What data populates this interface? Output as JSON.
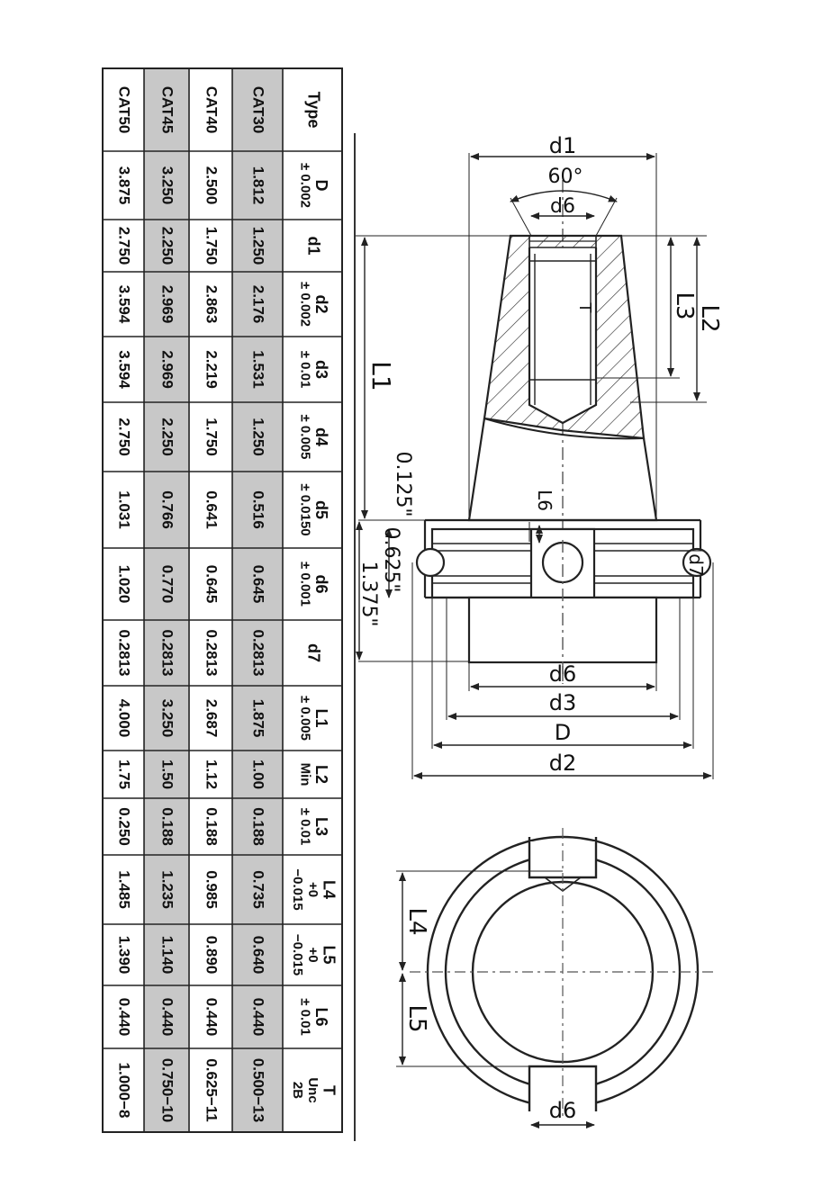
{
  "table": {
    "headers": [
      [
        "Type"
      ],
      [
        "D",
        "± 0.002"
      ],
      [
        "d1"
      ],
      [
        "d2",
        "± 0.002"
      ],
      [
        "d3",
        "± 0.01"
      ],
      [
        "d4",
        "± 0.005"
      ],
      [
        "d5",
        "± 0.0150"
      ],
      [
        "d6",
        "± 0.001"
      ],
      [
        "d7"
      ],
      [
        "L1",
        "± 0.005"
      ],
      [
        "L2",
        "Min"
      ],
      [
        "L3",
        "± 0.01"
      ],
      [
        "L4",
        "+0",
        "−0.015"
      ],
      [
        "L5",
        "+0",
        "−0.015"
      ],
      [
        "L6",
        "± 0.01"
      ],
      [
        "T",
        "Unc",
        "2B"
      ]
    ],
    "rows": [
      {
        "shaded": true,
        "cells": [
          "CAT30",
          "1.812",
          "1.250",
          "2.176",
          "1.531",
          "1.250",
          "0.516",
          "0.645",
          "0.2813",
          "1.875",
          "1.00",
          "0.188",
          "0.735",
          "0.640",
          "0.440",
          "0.500−13"
        ]
      },
      {
        "shaded": false,
        "cells": [
          "CAT40",
          "2.500",
          "1.750",
          "2.863",
          "2.219",
          "1.750",
          "0.641",
          "0.645",
          "0.2813",
          "2.687",
          "1.12",
          "0.188",
          "0.985",
          "0.890",
          "0.440",
          "0.625−11"
        ]
      },
      {
        "shaded": true,
        "cells": [
          "CAT45",
          "3.250",
          "2.250",
          "2.969",
          "2.969",
          "2.250",
          "0.766",
          "0.770",
          "0.2813",
          "3.250",
          "1.50",
          "0.188",
          "1.235",
          "1.140",
          "0.440",
          "0.750−10"
        ]
      },
      {
        "shaded": false,
        "cells": [
          "CAT50",
          "3.875",
          "2.750",
          "3.594",
          "3.594",
          "2.750",
          "1.031",
          "1.020",
          "0.2813",
          "4.000",
          "1.75",
          "0.250",
          "1.485",
          "1.390",
          "0.440",
          "1.000−8"
        ]
      }
    ],
    "shade_color": "#c8c8c8"
  },
  "drawing": {
    "labels": {
      "d1": "d1",
      "angle": "60°",
      "d6_top": "d6",
      "T": "T",
      "L3": "L3",
      "L2": "L2",
      "L1": "L1",
      "dim_0125": "0.125\"",
      "L6": "L6",
      "dim_0625": "0.625\"",
      "dim_1375": "1.375\"",
      "d7": "d7",
      "d6_bottom": "d6",
      "d3": "d3",
      "D": "D",
      "d2": "d2",
      "L4": "L4",
      "L5": "L5",
      "d6_end": "d6"
    }
  }
}
